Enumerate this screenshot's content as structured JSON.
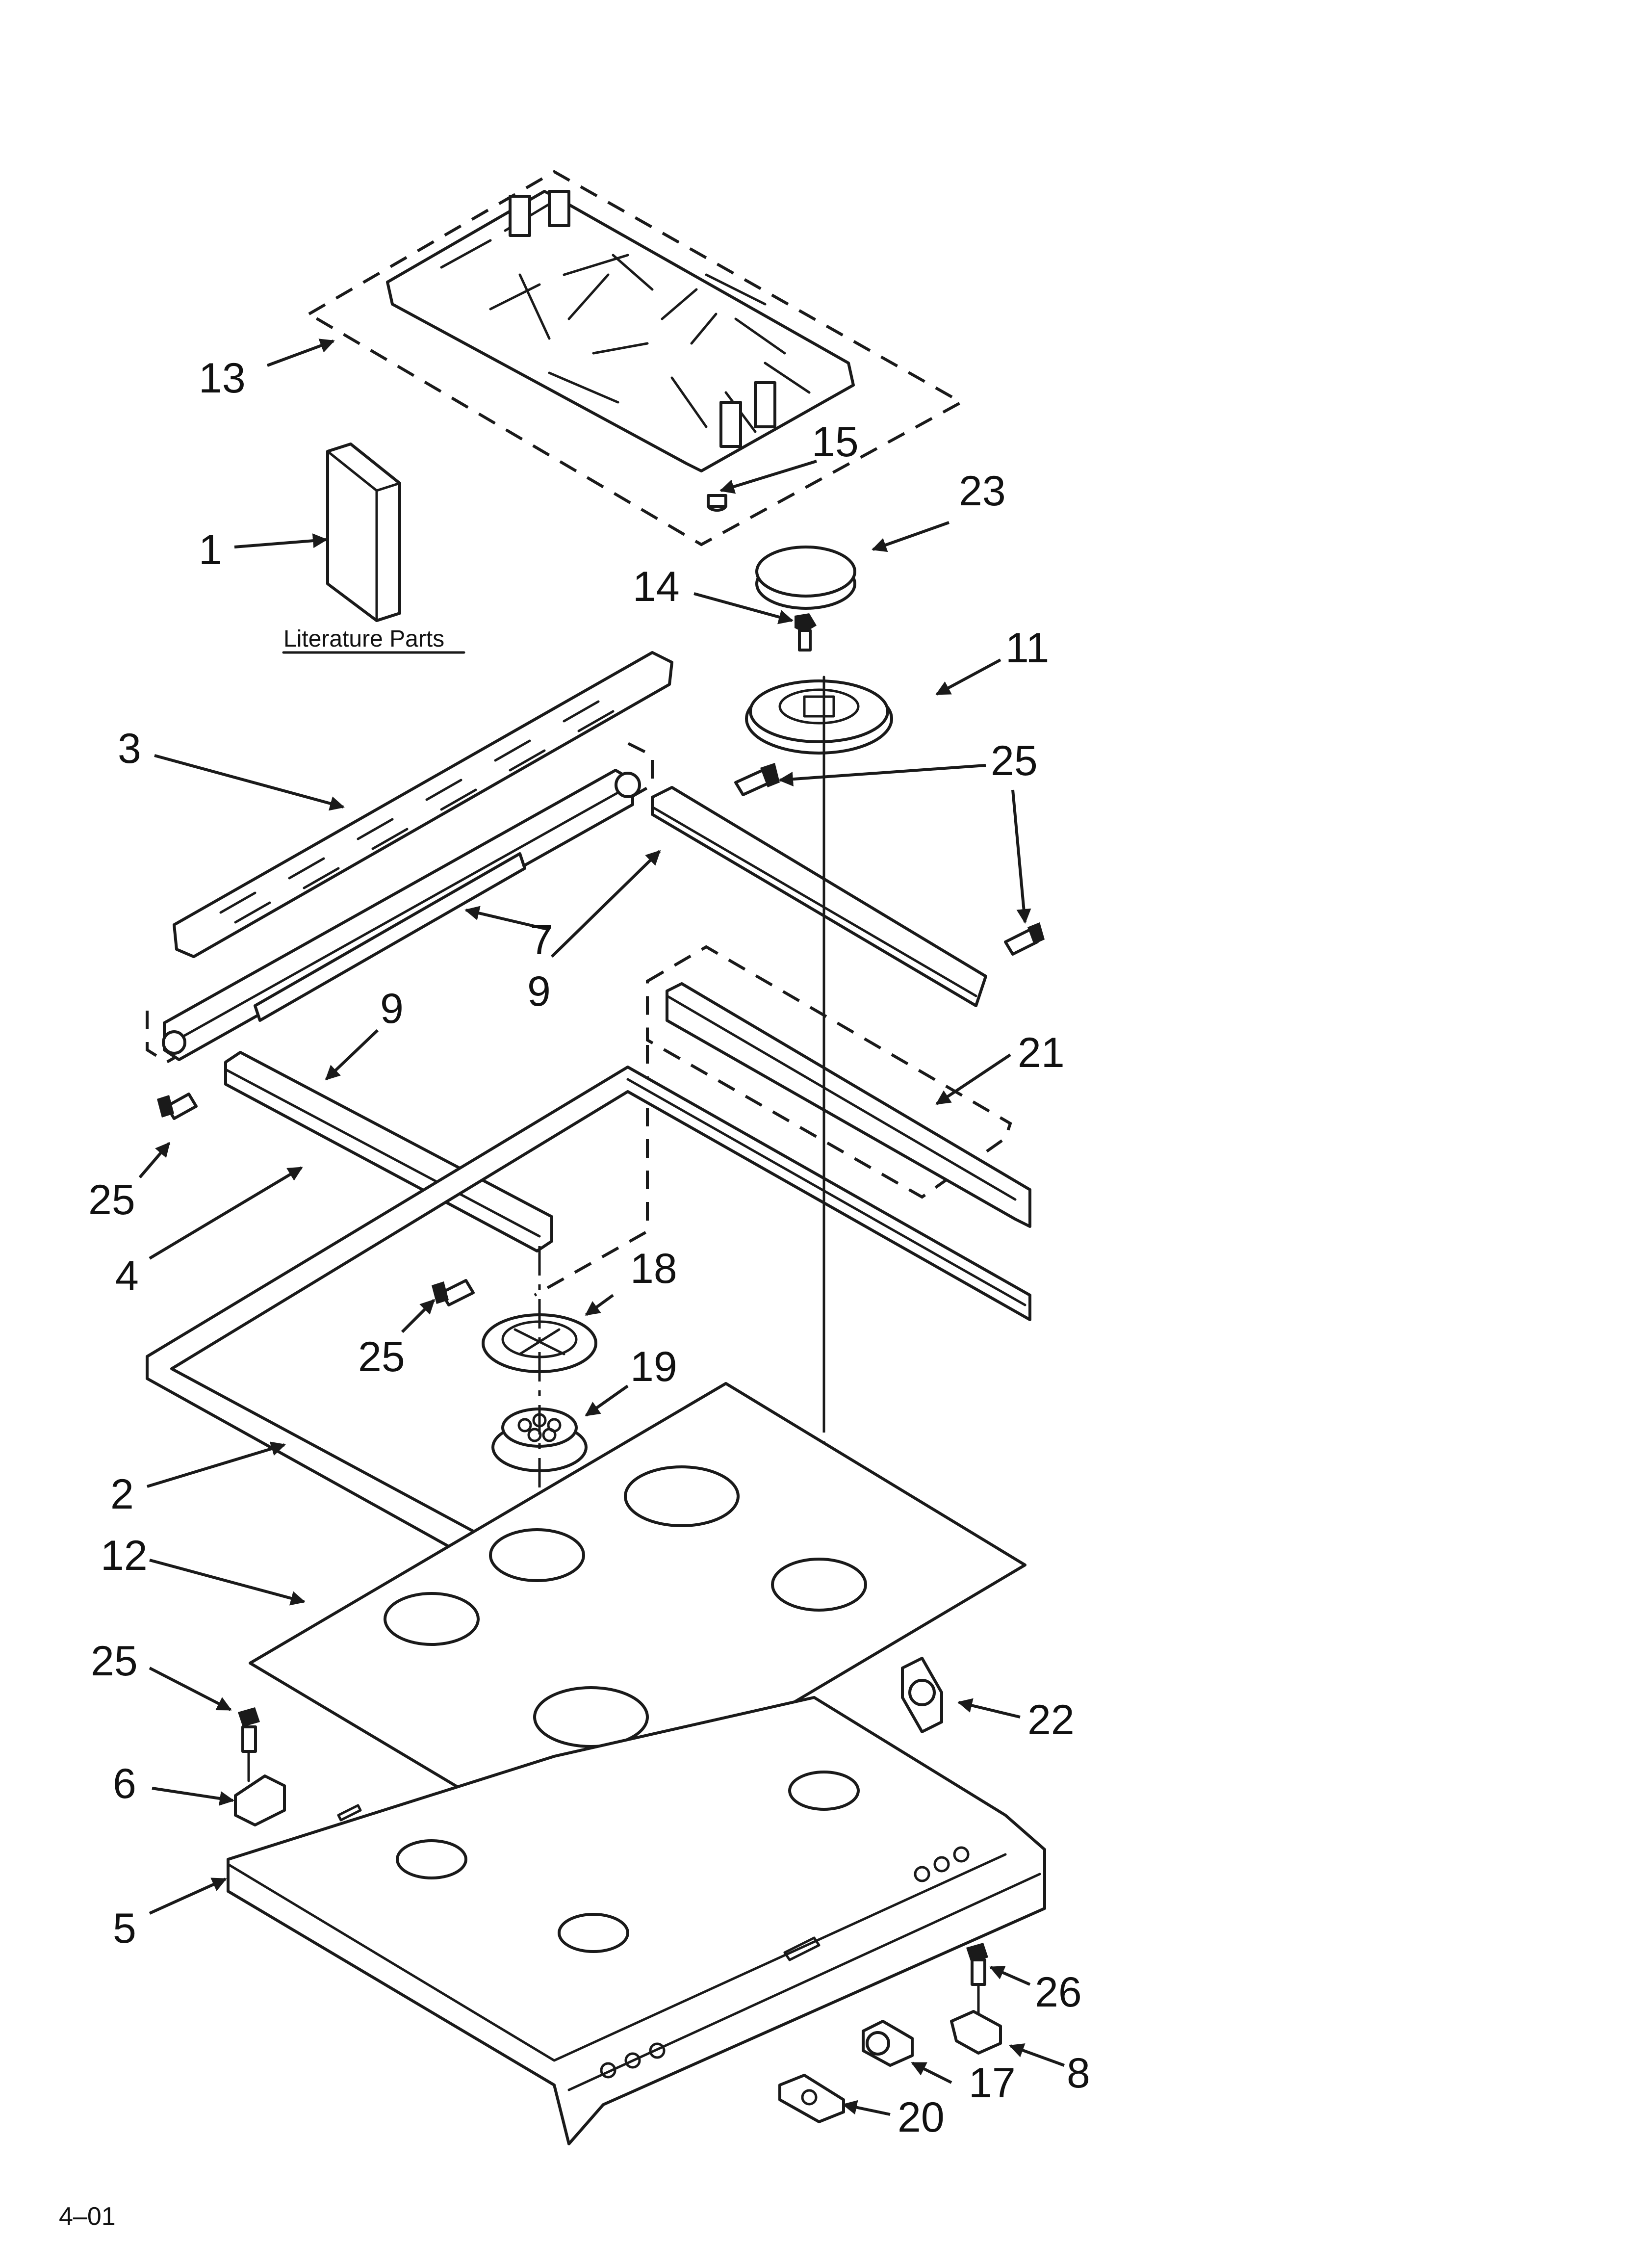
{
  "diagram": {
    "literature_label": "Literature Parts",
    "page_code": "4–01",
    "callouts": [
      "13",
      "15",
      "23",
      "1",
      "14",
      "11",
      "3",
      "25",
      "7",
      "9",
      "9",
      "21",
      "25",
      "4",
      "18",
      "25",
      "19",
      "2",
      "12",
      "25",
      "22",
      "6",
      "5",
      "26",
      "8",
      "17",
      "20"
    ]
  },
  "colors": {
    "line": "#1a1a1a",
    "background": "#ffffff"
  }
}
